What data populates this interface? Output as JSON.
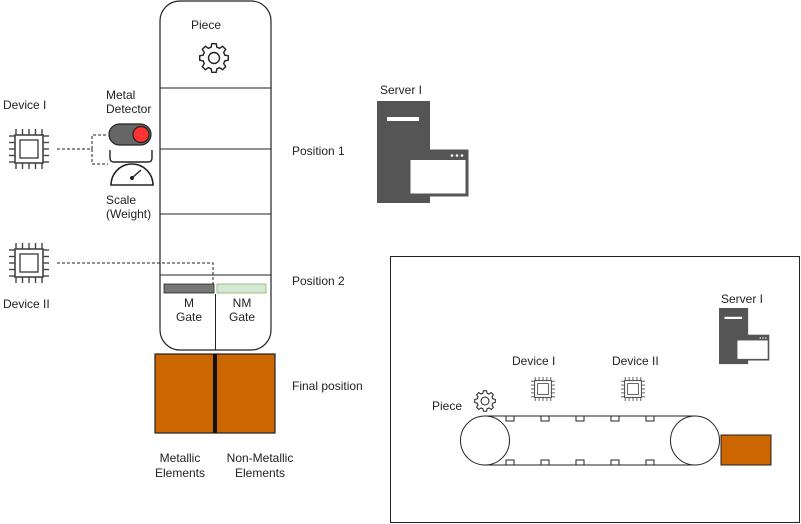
{
  "labels": {
    "piece": "Piece",
    "metal_detector": [
      "Metal",
      "Detector"
    ],
    "scale": [
      "Scale",
      "(Weight)"
    ],
    "device_1": "Device I",
    "device_2": "Device II",
    "server": "Server I",
    "position_1": "Position 1",
    "position_2": "Position 2",
    "final_position": "Final position",
    "m_gate": [
      "M",
      "Gate"
    ],
    "nm_gate": [
      "NM",
      "Gate"
    ],
    "metallic": [
      "Metallic",
      "Elements"
    ],
    "non_metallic": [
      "Non-Metallic",
      "Elements"
    ]
  },
  "inset": {
    "server": "Server I",
    "device_1": "Device I",
    "device_2": "Device II",
    "piece": "Piece"
  },
  "colors": {
    "bin": "#cc6600",
    "detector_led": "#ff3333",
    "m_gate": "#777777",
    "nm_gate": "#d5e8d4",
    "server": "#555555"
  }
}
